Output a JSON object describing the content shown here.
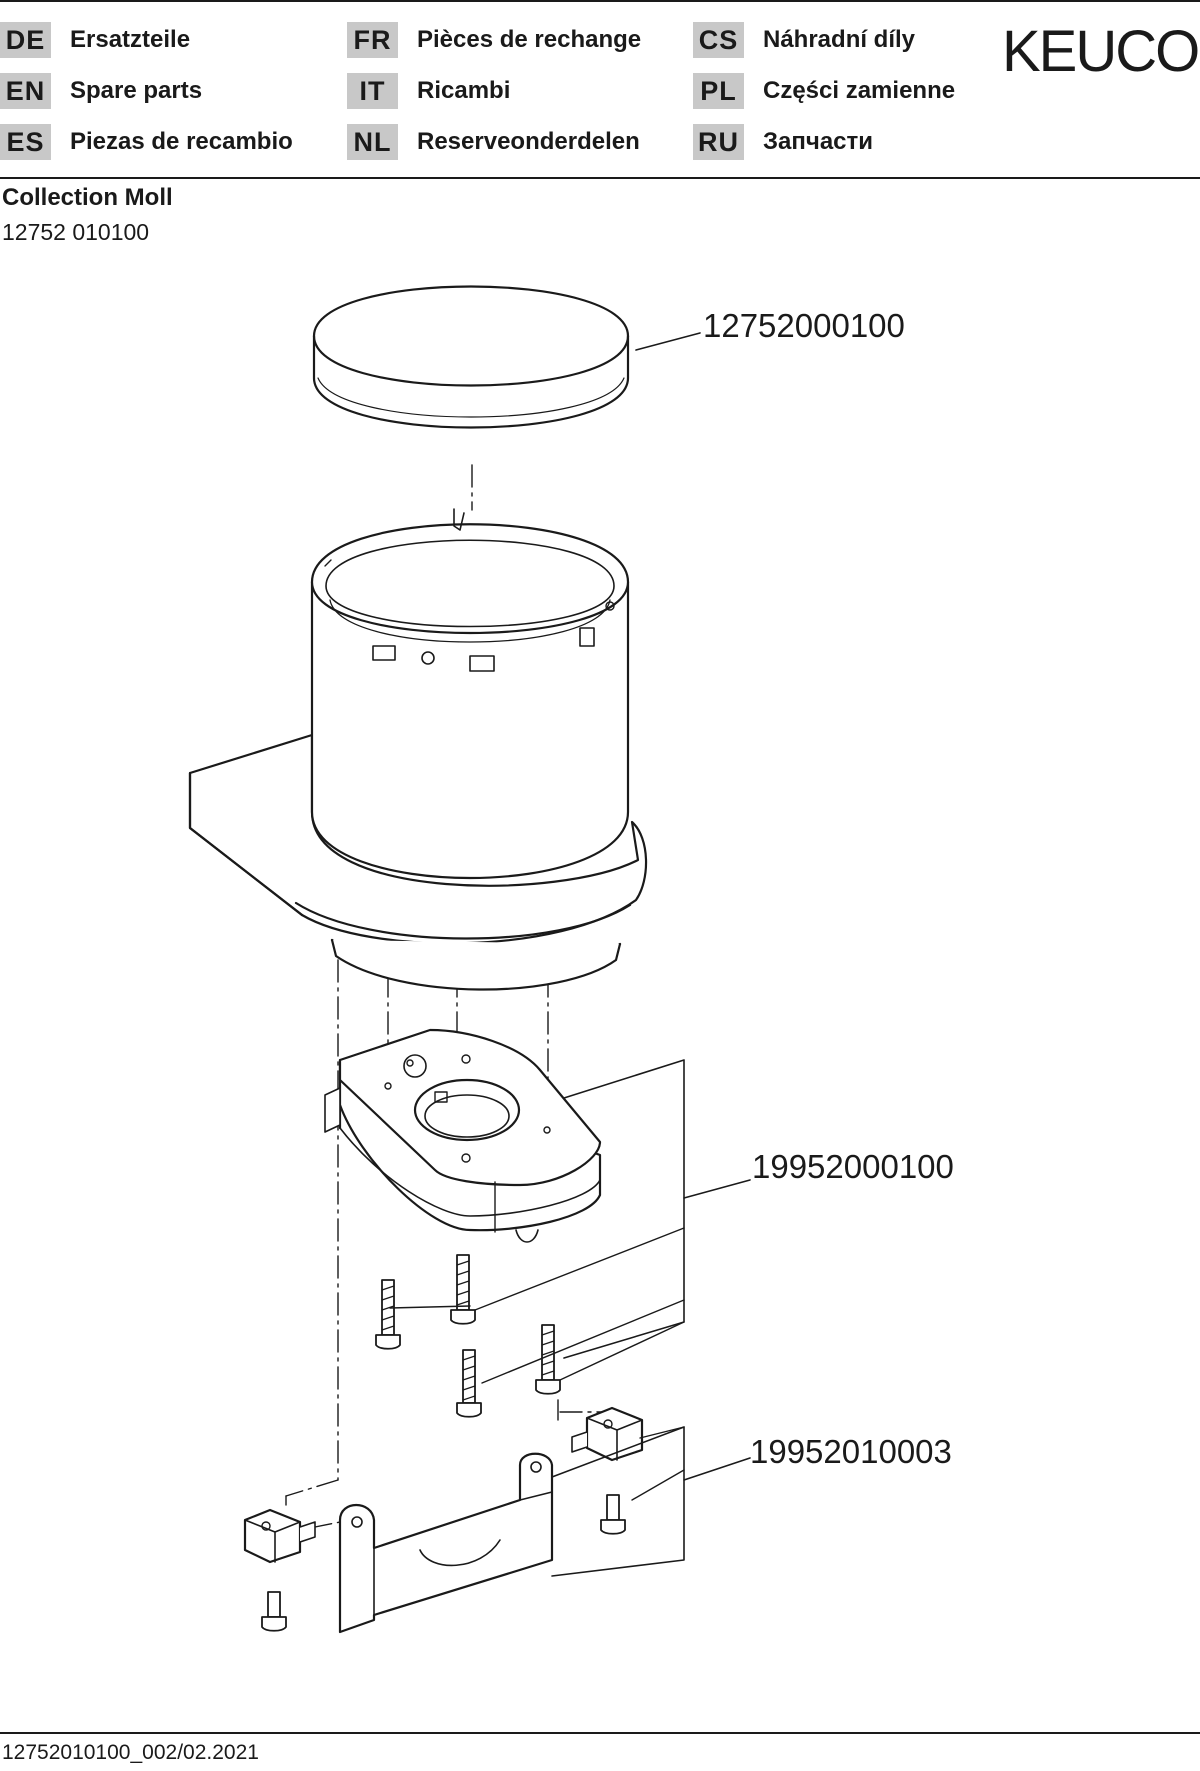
{
  "languages": [
    {
      "code": "DE",
      "label": "Ersatzteile"
    },
    {
      "code": "EN",
      "label": "Spare parts"
    },
    {
      "code": "ES",
      "label": "Piezas de recambio"
    },
    {
      "code": "FR",
      "label": "Pièces de rechange"
    },
    {
      "code": "IT",
      "label": "Ricambi"
    },
    {
      "code": "NL",
      "label": "Reserveonderdelen"
    },
    {
      "code": "CS",
      "label": "Náhradní díly"
    },
    {
      "code": "PL",
      "label": "Części zamienne"
    },
    {
      "code": "RU",
      "label": "Запчасти"
    }
  ],
  "brand": {
    "logo_text": "KEUCO"
  },
  "document": {
    "collection": "Collection Moll",
    "article_number": "12752 010100",
    "footer_code": "12752010100_002/02.2021"
  },
  "parts": [
    {
      "number": "12752000100"
    },
    {
      "number": "19952000100"
    },
    {
      "number": "19952010003"
    }
  ],
  "colors": {
    "line": "#1a1a1a",
    "badge": "#c8c8c8"
  }
}
